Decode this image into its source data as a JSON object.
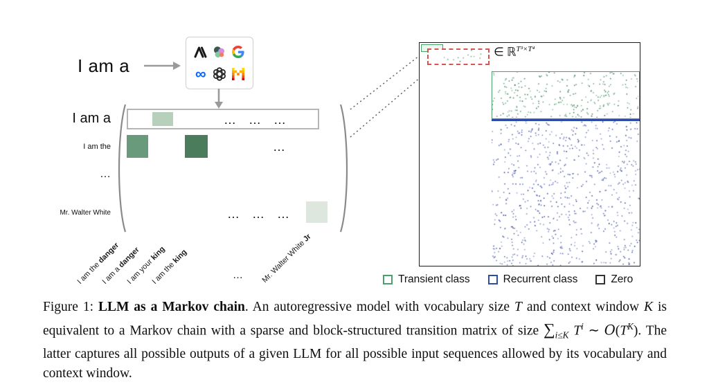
{
  "colors": {
    "cell-light": "#b7d0bc",
    "cell-mid": "#699a7b",
    "cell-dark": "#4b7c5c",
    "cell-pale": "#dde7de",
    "transient": "#4aa06a",
    "recurrent": "#2e4da6",
    "zero": "#333333",
    "red-dash": "#d9534f",
    "meta-blue": "#0866ff"
  },
  "figure": {
    "input_text": "I am a",
    "logo_panel": {
      "logos": [
        "anthropic",
        "cohere",
        "google",
        "meta",
        "openai",
        "mistral"
      ],
      "meta_glyph": "∞"
    },
    "matrix": {
      "row_labels": [
        "I am a",
        "I am the",
        "…",
        "Mr. Walter White"
      ],
      "ellipsis3": "… … …",
      "ellipsis1": "…",
      "col_ellipsis": "…",
      "col_labels": [
        {
          "pre": "I am the ",
          "bold": "danger"
        },
        {
          "pre": "I am a ",
          "bold": "danger"
        },
        {
          "pre": "I am your ",
          "bold": "king"
        },
        {
          "pre": "I am the ",
          "bold": "king"
        },
        {
          "pre": "Mr. Walter White ",
          "bold": "Jr"
        }
      ]
    },
    "sparse": {
      "in_set": "∈ ℝ",
      "exponent": "T³×T⁴",
      "dot_fields": [
        {
          "id": "dots-red",
          "count": 14,
          "seed": 3,
          "r": 0.9,
          "colors": [
            "#3c8a5c",
            "#57a374"
          ]
        },
        {
          "id": "dots-green",
          "count": 260,
          "seed": 7,
          "r": 0.9,
          "colors": [
            "#3c8a5c",
            "#2d6b47",
            "#57a374"
          ]
        },
        {
          "id": "dots-blue",
          "count": 700,
          "seed": 11,
          "r": 0.9,
          "colors": [
            "#3a4fa8",
            "#26357e",
            "#5564b5"
          ]
        }
      ]
    },
    "legend": {
      "items": [
        {
          "label": "Transient class"
        },
        {
          "label": "Recurrent class"
        },
        {
          "label": "Zero"
        }
      ]
    }
  },
  "caption": {
    "segments": [
      {
        "text": "Figure 1: ",
        "style": "n"
      },
      {
        "text": "LLM as a Markov chain",
        "style": "b"
      },
      {
        "text": ". An autoregressive model with vocabulary size ",
        "style": "n"
      },
      {
        "text": "T",
        "style": "i"
      },
      {
        "text": " and context window ",
        "style": "n"
      },
      {
        "text": "K",
        "style": "i"
      },
      {
        "text": " is equivalent to a Markov chain with a sparse and block-structured transition matrix of size ",
        "style": "n"
      },
      {
        "text": "∑",
        "style": "sum"
      },
      {
        "text": "i≤K",
        "style": "sub"
      },
      {
        "text": " ",
        "style": "n"
      },
      {
        "text": "T",
        "style": "i"
      },
      {
        "text": "i",
        "style": "sup"
      },
      {
        "text": " ∼ ",
        "style": "n"
      },
      {
        "text": "O",
        "style": "cal"
      },
      {
        "text": "(",
        "style": "n"
      },
      {
        "text": "T",
        "style": "i"
      },
      {
        "text": "K",
        "style": "sup"
      },
      {
        "text": ")",
        "style": "n"
      },
      {
        "text": ". The latter captures all possible outputs of a given LLM for all possible input sequences allowed by its vocabulary and context window.",
        "style": "n"
      }
    ]
  }
}
